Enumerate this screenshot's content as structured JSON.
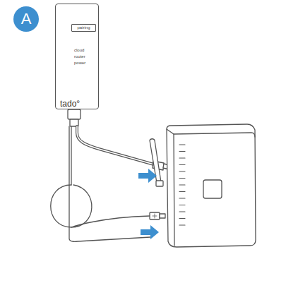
{
  "diagram": {
    "nodes": [
      {
        "text": [
          "A"
        ]
      },
      {
        "text": [
          "cloud",
          "router",
          "power",
          "tado°"
        ]
      },
      {
        "text": [
          "pairing"
        ],
        "in": 1
      }
    ]
  }
}
